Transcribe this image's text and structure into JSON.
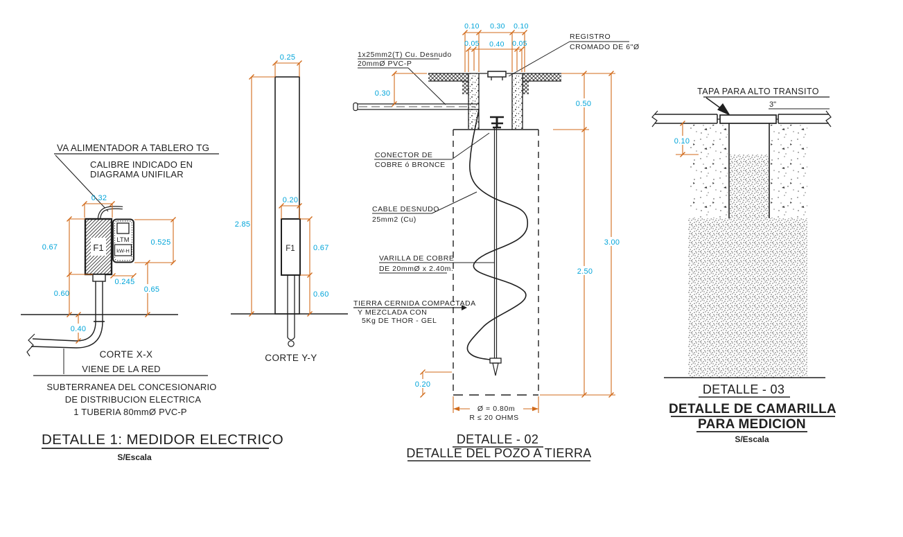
{
  "colors": {
    "dimension_lines": "#d16a1a",
    "dimension_text": "#00a4d9",
    "ink": "#1f1f1f",
    "paper": "#ffffff"
  },
  "d1": {
    "note_va": "VA ALIMENTADOR A TABLERO TG",
    "note_cal1": "CALIBRE INDICADO EN",
    "note_cal2": "DIAGRAMA UNIFILAR",
    "meter_f1": "F1",
    "meter_ltm": "LTM",
    "meter_kwh": "kW-H",
    "dim_w_f1": "0.32",
    "dim_h_f1": "0.67",
    "dim_h_ltm": "0.525",
    "dim_w_ltm": "0.245",
    "dim_drop_left": "0.60",
    "dim_drop_right": "0.65",
    "dim_pipe": "0.40",
    "corte": "CORTE X-X",
    "red1": "VIENE DE LA RED",
    "red2": "SUBTERRANEA DEL CONCESIONARIO",
    "red3": "DE DISTRIBUCION ELECTRICA",
    "red4": "1 TUBERIA 80mmØ PVC-P",
    "title": "DETALLE 1:  MEDIDOR ELECTRICO",
    "scale": "S/Escala"
  },
  "yy": {
    "dim_top": "0.25",
    "dim_h": "2.85",
    "dim_f1_top": "0.20",
    "f1": "F1",
    "dim_f1_h": "0.67",
    "dim_drop": "0.60",
    "corte": "CORTE Y-Y"
  },
  "d2": {
    "dim_r1a": "0.10",
    "dim_r1b": "0.30",
    "dim_r1c": "0.10",
    "dim_r2a": "0.05",
    "dim_r2b": "0.40",
    "dim_r2c": "0.05",
    "dim_left": "0.30",
    "dim_right_top": "0.50",
    "dim_total": "3.00",
    "dim_lower": "2.50",
    "dim_bottom": "0.20",
    "reg1": "REGISTRO",
    "reg2": "CROMADO DE 6\"Ø",
    "wire1": "1x25mm2(T) Cu. Desnudo",
    "wire2": "20mmØ PVC-P",
    "con1": "CONECTOR DE",
    "con2": "COBRE ó BRONCE",
    "cab1": "CABLE DESNUDO",
    "cab2": "25mm2  (Cu)",
    "var1": "VARILLA DE COBRE",
    "var2": "DE 20mmØ x 2.40m.",
    "tie1": "TIERRA CERNIDA COMPACTADA",
    "tie2": "Y MEZCLADA CON",
    "tie3": "5Kg DE THOR - GEL",
    "diam": "Ø = 0.80m",
    "ohms": "R ≤ 20 OHMS",
    "title1": "DETALLE - 02",
    "title2": "DETALLE DEL POZO A TIERRA"
  },
  "d3": {
    "tapa": "TAPA PARA ALTO TRANSITO",
    "size": "3\"",
    "dim_depth": "0.10",
    "title1": "DETALLE - 03",
    "title2": "DETALLE DE CAMARILLA",
    "title3": "PARA MEDICION",
    "scale": "S/Escala"
  }
}
